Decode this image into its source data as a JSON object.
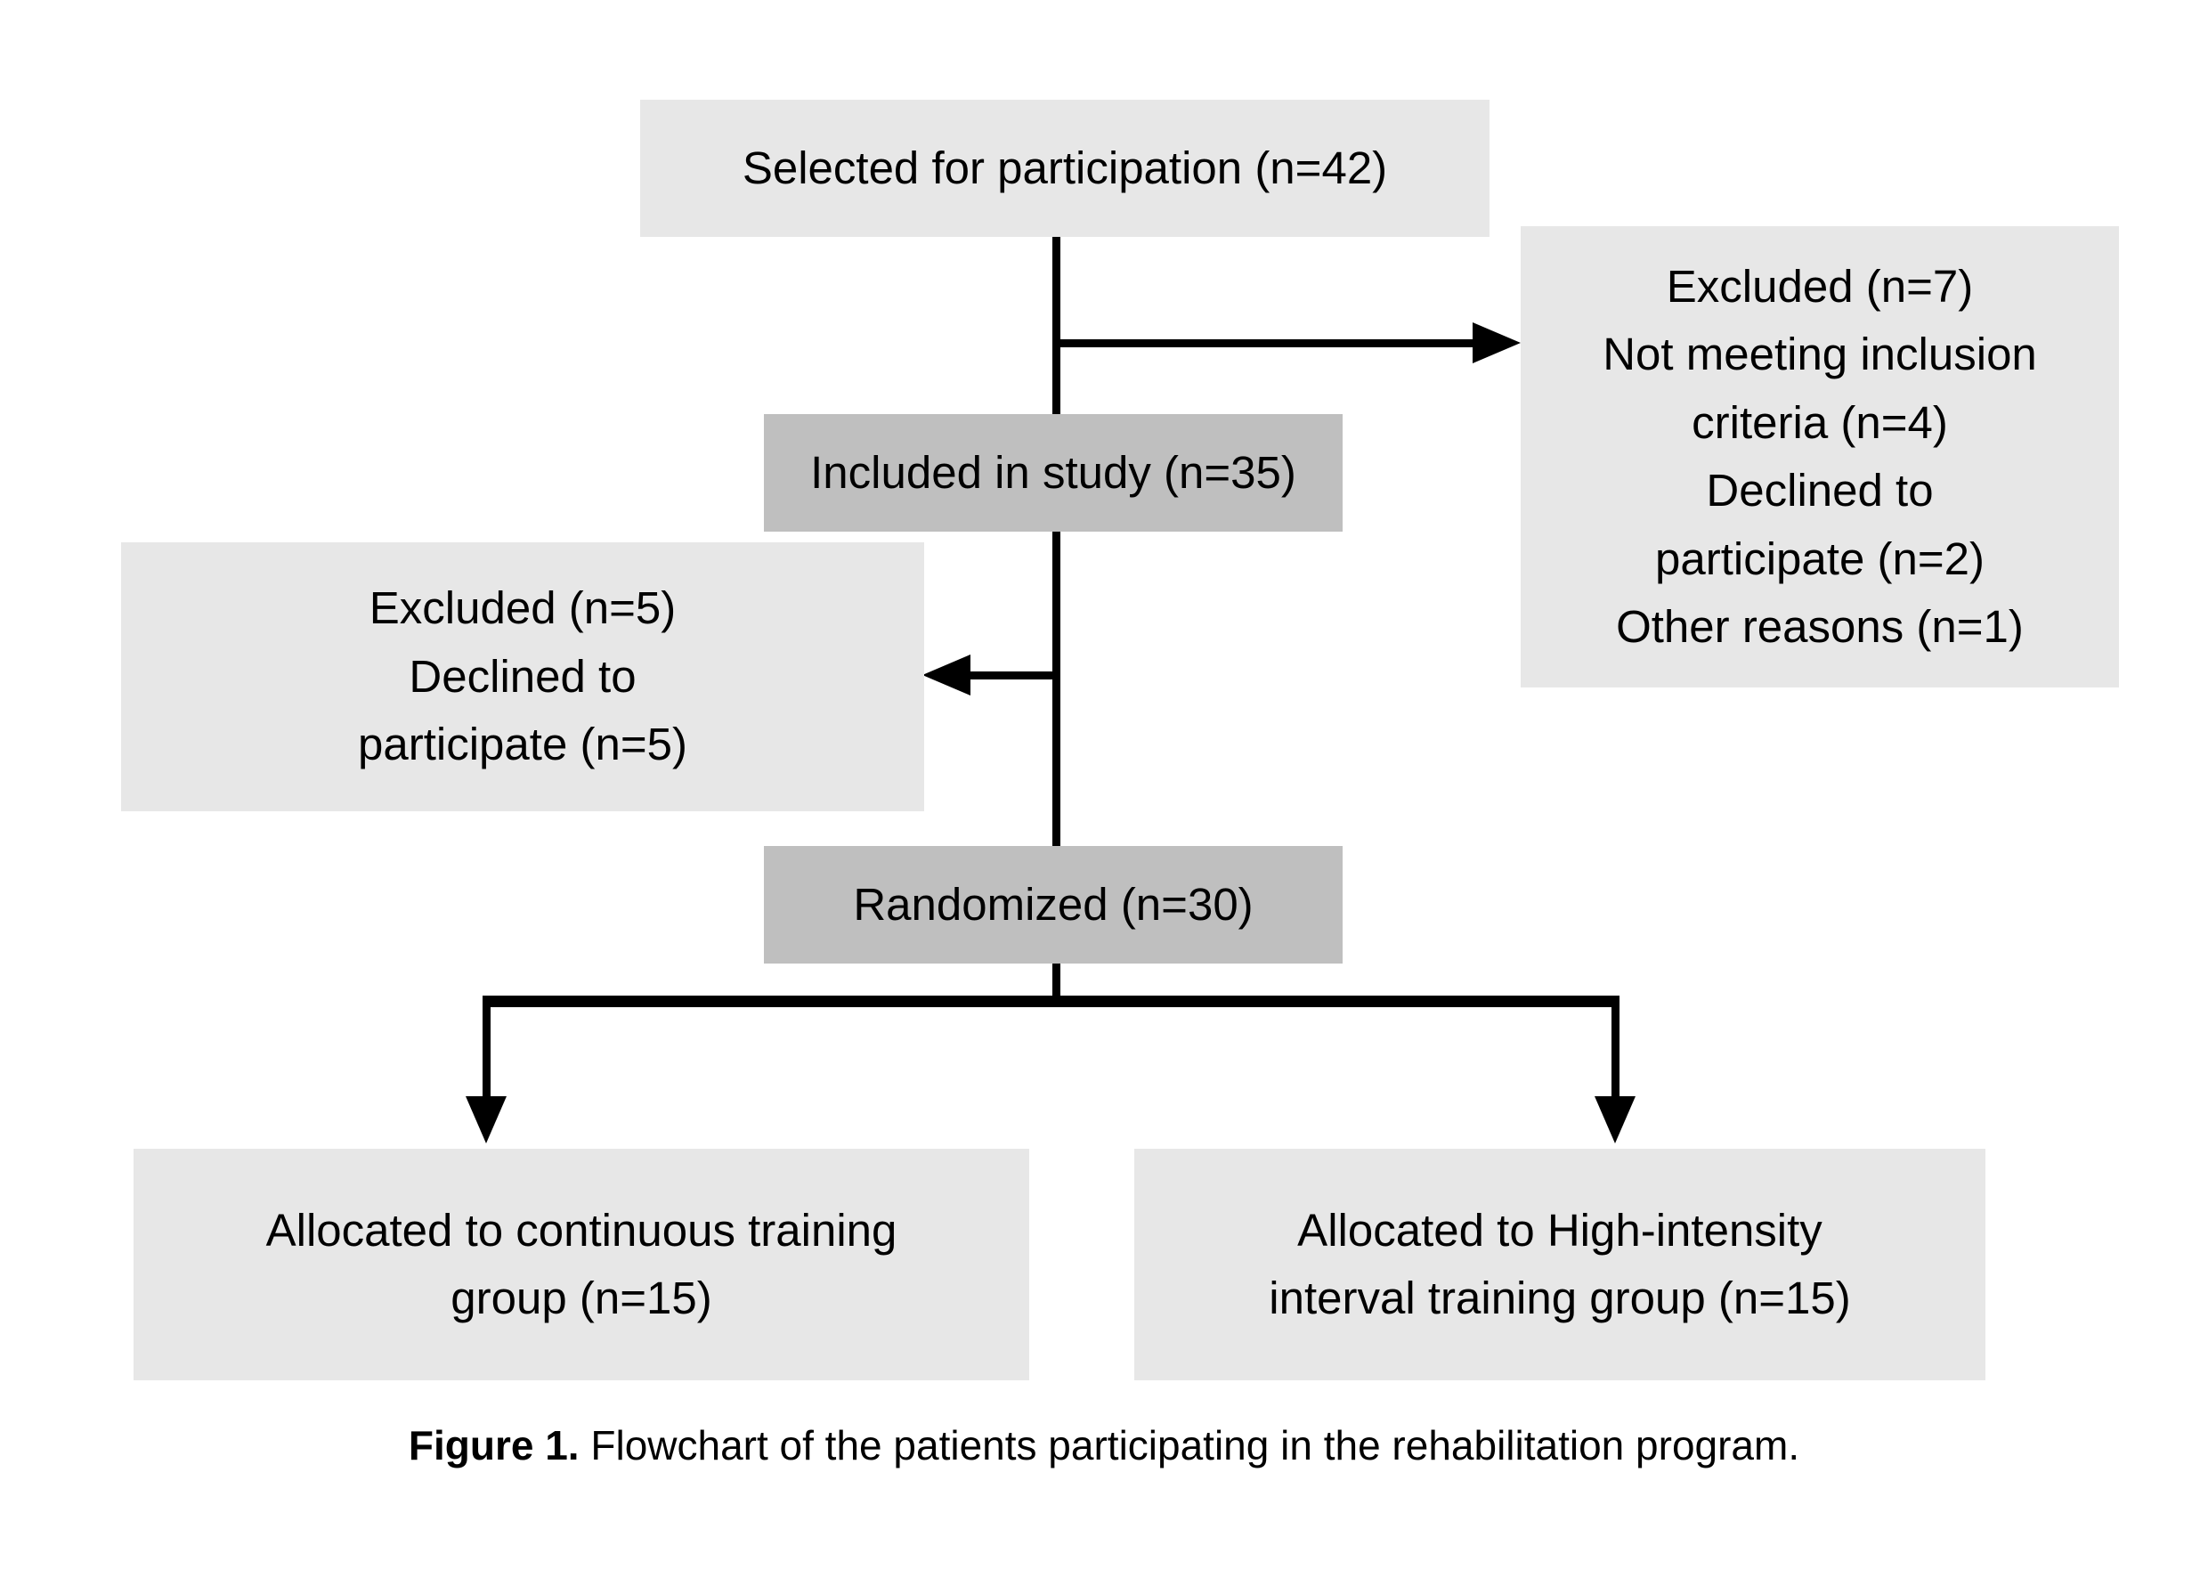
{
  "figure": {
    "caption_label": "Figure 1.",
    "caption_text": " Flowchart of the patients participating in the rehabilitation program."
  },
  "flowchart": {
    "selected": {
      "label": "Selected for participation (n=42)"
    },
    "excluded_top": {
      "lines": [
        "Excluded (n=7)",
        "Not meeting inclusion",
        "criteria (n=4)",
        "Declined to",
        "participate (n=2)",
        "Other reasons (n=1)"
      ]
    },
    "included": {
      "label": "Included in study (n=35)"
    },
    "excluded_mid": {
      "lines": [
        "Excluded (n=5)",
        "Declined to",
        "participate (n=5)"
      ]
    },
    "randomized": {
      "label": "Randomized (n=30)"
    },
    "allocated_continuous": {
      "lines": [
        "Allocated to continuous training",
        "group (n=15)"
      ]
    },
    "allocated_hiit": {
      "lines": [
        "Allocated to High-intensity",
        "interval training group (n=15)"
      ]
    }
  },
  "colors": {
    "box_light": "#e7e7e7",
    "box_dark": "#bfbfbf",
    "line": "#000000",
    "text": "#000000",
    "background": "#ffffff"
  }
}
